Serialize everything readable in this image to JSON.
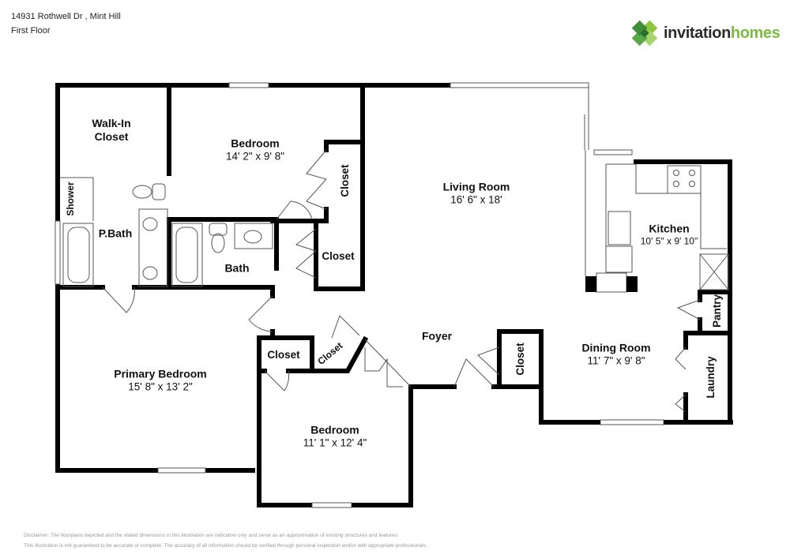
{
  "header": {
    "address": "14931 Rothwell Dr , Mint Hill",
    "floor": "First Floor"
  },
  "logo": {
    "icon": "clover-logo-icon",
    "text_part1": "invitation",
    "text_part2": "homes",
    "colors": {
      "dark": "#2b2b2b",
      "green": "#7dbb42",
      "leaf_dark": "#3f8f3a",
      "leaf_light": "#8cc63f"
    }
  },
  "rooms": {
    "walk_in_closet": {
      "name": "Walk-In Closet",
      "line1": "Walk-In",
      "line2": "Closet"
    },
    "bedroom_top": {
      "name": "Bedroom",
      "dims": "14' 2\" x 9' 8\""
    },
    "closet_bed_top": {
      "name": "Closet"
    },
    "living_room": {
      "name": "Living Room",
      "dims": "16' 6\" x 18'"
    },
    "kitchen": {
      "name": "Kitchen",
      "dims": "10' 5\" x 9' 10\""
    },
    "shower": {
      "name": "Shower"
    },
    "primary_bath": {
      "name": "P.Bath"
    },
    "bath": {
      "name": "Bath"
    },
    "closet_hall": {
      "name": "Closet"
    },
    "pantry": {
      "name": "Pantry"
    },
    "primary_bedroom": {
      "name": "Primary Bedroom",
      "dims": "15' 8\" x 13' 2\""
    },
    "closet_bed2_a": {
      "name": "Closet"
    },
    "closet_bed2_b": {
      "name": "Closet"
    },
    "foyer": {
      "name": "Foyer"
    },
    "closet_foyer": {
      "name": "Closet"
    },
    "dining_room": {
      "name": "Dining Room",
      "dims": "11' 7\" x 9' 8\""
    },
    "laundry": {
      "name": "Laundry"
    },
    "bedroom_bottom": {
      "name": "Bedroom",
      "dims": "11' 1\" x 12' 4\""
    }
  },
  "disclaimer": {
    "line1": "Disclaimer: The floorplans depicted and the stated dimensions in this illustration are indicative only and serve as an approximation of existing structures and features.",
    "line2": "This illustration is not guaranteed to be accurate or complete. The accuracy of all information should be verified through personal inspection and/or with appropriate professionals."
  }
}
